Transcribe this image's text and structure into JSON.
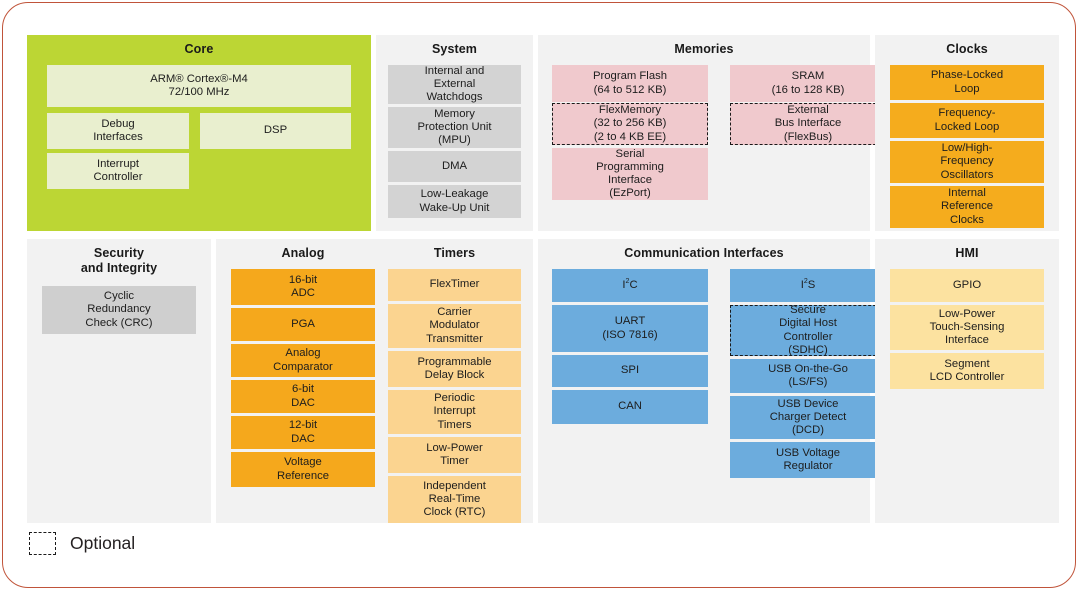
{
  "diagram": {
    "title_hidden": "",
    "legend": {
      "label": "Optional",
      "swatch": "dashed-rect-icon"
    },
    "colors": {
      "frame_border": "#c0543a",
      "panel_bg": "#f2f2f2",
      "core_panel": "#bcd634",
      "core_block": "#e9efcf",
      "system_block": "#d3d3d3",
      "memories_block": "#f0c9cd",
      "clocks_block": "#f5ac1d",
      "security_block": "#cfcfcf",
      "analog_block": "#f5a81c",
      "timers_block": "#fbd490",
      "comm_block": "#6cacdd",
      "hmi_block": "#fce2a0",
      "optional_border": "#1a1a1a"
    }
  },
  "columns": {
    "core": {
      "title": "Core",
      "blocks": [
        {
          "label": "ARM® Cortex®-M4\n72/100 MHz",
          "optional": false
        },
        {
          "label": "Debug\nInterfaces",
          "optional": false
        },
        {
          "label": "DSP",
          "optional": false
        },
        {
          "label": "Interrupt\nController",
          "optional": false
        }
      ]
    },
    "system": {
      "title": "System",
      "blocks": [
        {
          "label": "Internal and\nExternal\nWatchdogs",
          "optional": false
        },
        {
          "label": "Memory\nProtection Unit\n(MPU)",
          "optional": false
        },
        {
          "label": "DMA",
          "optional": false
        },
        {
          "label": "Low-Leakage\nWake-Up Unit",
          "optional": false
        }
      ]
    },
    "memories": {
      "title": "Memories",
      "left_blocks": [
        {
          "label": "Program Flash\n(64 to 512 KB)",
          "optional": false
        },
        {
          "label": "FlexMemory\n(32 to 256 KB)\n(2 to 4 KB EE)",
          "optional": true
        },
        {
          "label": "Serial\nProgramming\nInterface\n(EzPort)",
          "optional": false
        }
      ],
      "right_blocks": [
        {
          "label": "SRAM\n(16 to 128 KB)",
          "optional": false
        },
        {
          "label": "External\nBus Interface\n(FlexBus)",
          "optional": true
        }
      ]
    },
    "clocks": {
      "title": "Clocks",
      "blocks": [
        {
          "label": "Phase-Locked\nLoop",
          "optional": false
        },
        {
          "label": "Frequency-\nLocked Loop",
          "optional": false
        },
        {
          "label": "Low/High-\nFrequency\nOscillators",
          "optional": false
        },
        {
          "label": "Internal\nReference\nClocks",
          "optional": false
        }
      ]
    },
    "security": {
      "title": "Security\nand Integrity",
      "blocks": [
        {
          "label": "Cyclic\nRedundancy\nCheck (CRC)",
          "optional": false
        }
      ]
    },
    "analog": {
      "title": "Analog",
      "blocks": [
        {
          "label": "16-bit\nADC",
          "optional": false
        },
        {
          "label": "PGA",
          "optional": false
        },
        {
          "label": "Analog\nComparator",
          "optional": false
        },
        {
          "label": "6-bit\nDAC",
          "optional": false
        },
        {
          "label": "12-bit\nDAC",
          "optional": false
        },
        {
          "label": "Voltage\nReference",
          "optional": false
        }
      ]
    },
    "timers": {
      "title": "Timers",
      "blocks": [
        {
          "label": "FlexTimer",
          "optional": false
        },
        {
          "label": "Carrier\nModulator\nTransmitter",
          "optional": false
        },
        {
          "label": "Programmable\nDelay Block",
          "optional": false
        },
        {
          "label": "Periodic\nInterrupt\nTimers",
          "optional": false
        },
        {
          "label": "Low-Power\nTimer",
          "optional": false
        },
        {
          "label": "Independent\nReal-Time\nClock (RTC)",
          "optional": false
        }
      ]
    },
    "communication": {
      "title": "Communication Interfaces",
      "left_blocks": [
        {
          "label": "I²C",
          "optional": false
        },
        {
          "label": "UART\n(ISO 7816)",
          "optional": false
        },
        {
          "label": "SPI",
          "optional": false
        },
        {
          "label": "CAN",
          "optional": false
        }
      ],
      "right_blocks": [
        {
          "label": "I²S",
          "optional": false
        },
        {
          "label": "Secure\nDigital Host\nController\n(SDHC)",
          "optional": true
        },
        {
          "label": "USB On-the-Go\n(LS/FS)",
          "optional": false
        },
        {
          "label": "USB Device\nCharger Detect\n(DCD)",
          "optional": false
        },
        {
          "label": "USB Voltage\nRegulator",
          "optional": false
        }
      ]
    },
    "hmi": {
      "title": "HMI",
      "blocks": [
        {
          "label": "GPIO",
          "optional": false
        },
        {
          "label": "Low-Power\nTouch-Sensing\nInterface",
          "optional": false
        },
        {
          "label": "Segment\nLCD Controller",
          "optional": false
        }
      ]
    }
  }
}
